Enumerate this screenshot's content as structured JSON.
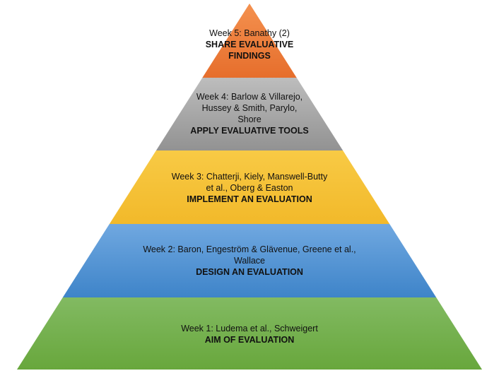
{
  "layers": [
    {
      "week": "Week 1: Ludema et al., Schweigert",
      "week_lines": [
        "Week 1: Ludema et al., Schweigert"
      ],
      "title": "AIM OF EVALUATION",
      "title_lines": [
        "AIM OF EVALUATION"
      ],
      "color_top": "#82ba62",
      "color_bottom": "#68a73c"
    },
    {
      "week": "Week 2: Baron, Engeström & Glävenue, Greene et al., Wallace",
      "week_lines": [
        "Week 2: Baron, Engeström & Glävenue, Greene et al.,",
        "Wallace"
      ],
      "title": "DESIGN AN EVALUATION",
      "title_lines": [
        "DESIGN AN EVALUATION"
      ],
      "color_top": "#70a8e0",
      "color_bottom": "#3e84c9"
    },
    {
      "week": "Week 3: Chatterji, Kiely, Manswell-Butty et al., Oberg & Easton",
      "week_lines": [
        "Week 3: Chatterji, Kiely, Manswell-Butty",
        "et al., Oberg & Easton"
      ],
      "title": "IMPLEMENT AN EVALUATION",
      "title_lines": [
        "IMPLEMENT AN EVALUATION"
      ],
      "color_top": "#f8ca45",
      "color_bottom": "#f2b92a"
    },
    {
      "week": "Week 4: Barlow & Villarejo, Hussey & Smith, Parylo, Shore",
      "week_lines": [
        "Week 4: Barlow & Villarejo,",
        "Hussey & Smith, Parylo,",
        "Shore"
      ],
      "title": "APPLY EVALUATIVE TOOLS",
      "title_lines": [
        "APPLY EVALUATIVE TOOLS"
      ],
      "color_top": "#bdbdbd",
      "color_bottom": "#929292"
    },
    {
      "week": "Week 5: Banathy (2)",
      "week_lines": [
        "Week 5: Banathy (2)"
      ],
      "title": "SHARE EVALUATIVE FINDINGS",
      "title_lines": [
        "SHARE EVALUATIVE",
        "FINDINGS"
      ],
      "color_top": "#f4914f",
      "color_bottom": "#e66e2c"
    }
  ]
}
